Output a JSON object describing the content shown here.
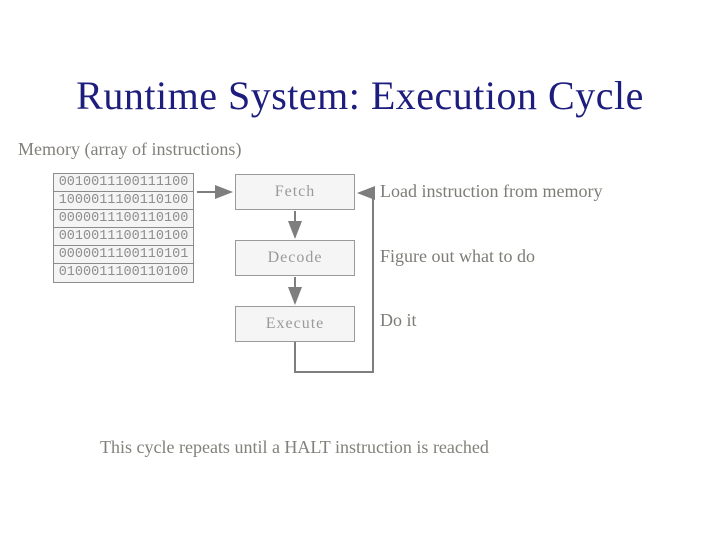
{
  "slide": {
    "title": "Runtime System: Execution Cycle",
    "memory": {
      "label": "Memory (array of instructions)",
      "rows": [
        "0010011100111100",
        "1000011100110100",
        "0000011100110100",
        "0010011100110100",
        "0000011100110101",
        "0100011100110100"
      ]
    },
    "flow": {
      "steps": [
        {
          "label": "Fetch",
          "description": "Load instruction from memory"
        },
        {
          "label": "Decode",
          "description": "Figure out what to do"
        },
        {
          "label": "Execute",
          "description": "Do it"
        }
      ]
    },
    "footnote": "This cycle repeats until a HALT instruction is reached",
    "colors": {
      "title_navy": "#1d1d7d",
      "body_gray": "#82807a",
      "arrow_gray": "#7e7e7e",
      "box_fill": "#f5f5f5",
      "box_border": "#9a9a9a"
    }
  }
}
